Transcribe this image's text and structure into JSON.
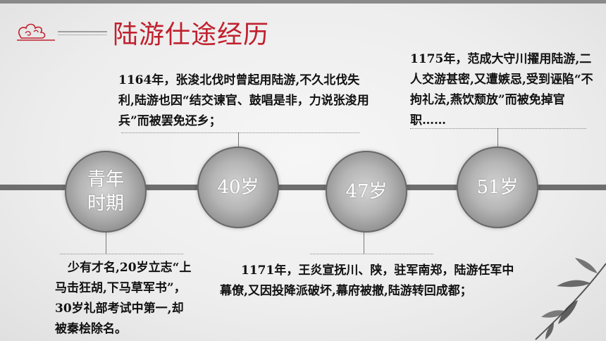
{
  "title": "陆游仕途经历",
  "nodes": {
    "youth": "青年\n时期",
    "age40": "40岁",
    "age47": "47岁",
    "age51": "51岁"
  },
  "events": {
    "youth": "少有才名,20岁立志“上马击狂胡,下马草军书”，30岁礼部考试中第一,却被秦桧除名。",
    "age40": "1164年，张浚北伐时曾起用陆游,不久北伐失利,陆游也因“结交谏官、鼓唱是非，力说张浚用兵”而被罢免还乡；",
    "age47": "1171年，王炎宣抚川、陕，驻军南郑，陆游任军中幕僚,又因投降派破坏,幕府被撤,陆游转回成都；",
    "age51": "1175年，范成大守川擢用陆游,二人交游甚密,又遭嫉忌,受到诬陷“不拘礼法,燕饮颓放”而被免掉官职……"
  },
  "colors": {
    "title": "#c0202e",
    "node": "#9e9e9e",
    "line": "#6e6e6e"
  },
  "icons": {
    "deco": "cloud-scroll-icon",
    "bamboo": "bamboo-leaves-icon"
  }
}
